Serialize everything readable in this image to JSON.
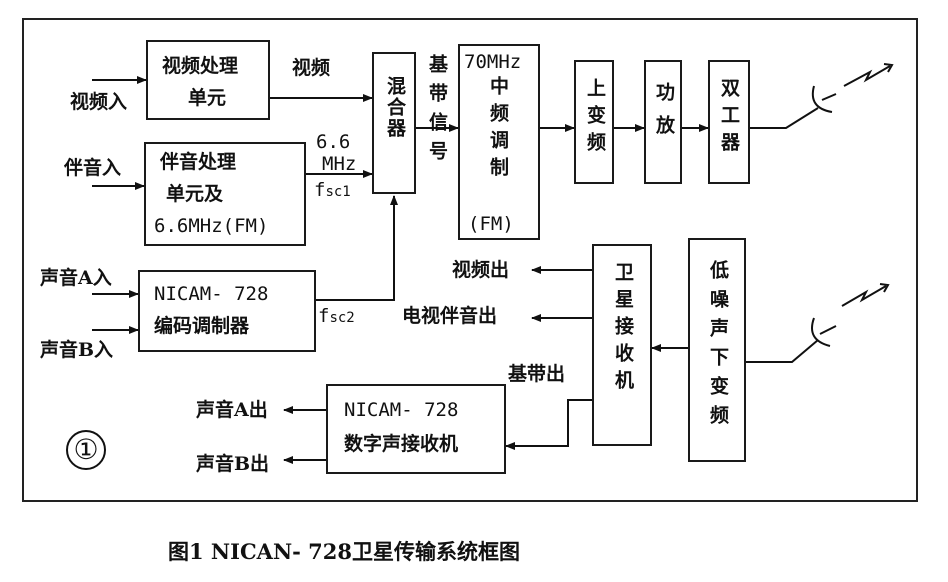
{
  "caption": "图1 NICAN- 728卫星传输系统框图",
  "figure_number": "①",
  "boxes": {
    "video_proc": [
      "视频处理",
      "单元"
    ],
    "audio_proc": [
      "伴音处理",
      "单元及",
      "6.6MHz(FM)"
    ],
    "nicam_enc": [
      "NICAM- 728",
      "编码调制器"
    ],
    "mixer": "混合器",
    "if_mod": [
      "70MHz",
      "中频调制",
      "(FM)"
    ],
    "upconv": "上变频",
    "amp": "功放",
    "duplexer": "双工器",
    "receiver": "卫星接收机",
    "lnb": "低噪声下变频",
    "nicam_rx": [
      "NICAM- 728",
      "数字声接收机"
    ]
  },
  "labels": {
    "video_in": "视频入",
    "audio_in": "伴音入",
    "sound_a_in": "声音A入",
    "sound_b_in": "声音B入",
    "video": "视频",
    "freq_66": "6.6",
    "mhz": "MHz",
    "fsc1": "f",
    "fsc1_sub": "sc1",
    "fsc2": "f",
    "fsc2_sub": "sc2",
    "baseband": "基带信号",
    "video_out": "视频出",
    "tv_audio_out": "电视伴音出",
    "baseband_out": "基带出",
    "sound_a_out": "声音A出",
    "sound_b_out": "声音B出"
  }
}
